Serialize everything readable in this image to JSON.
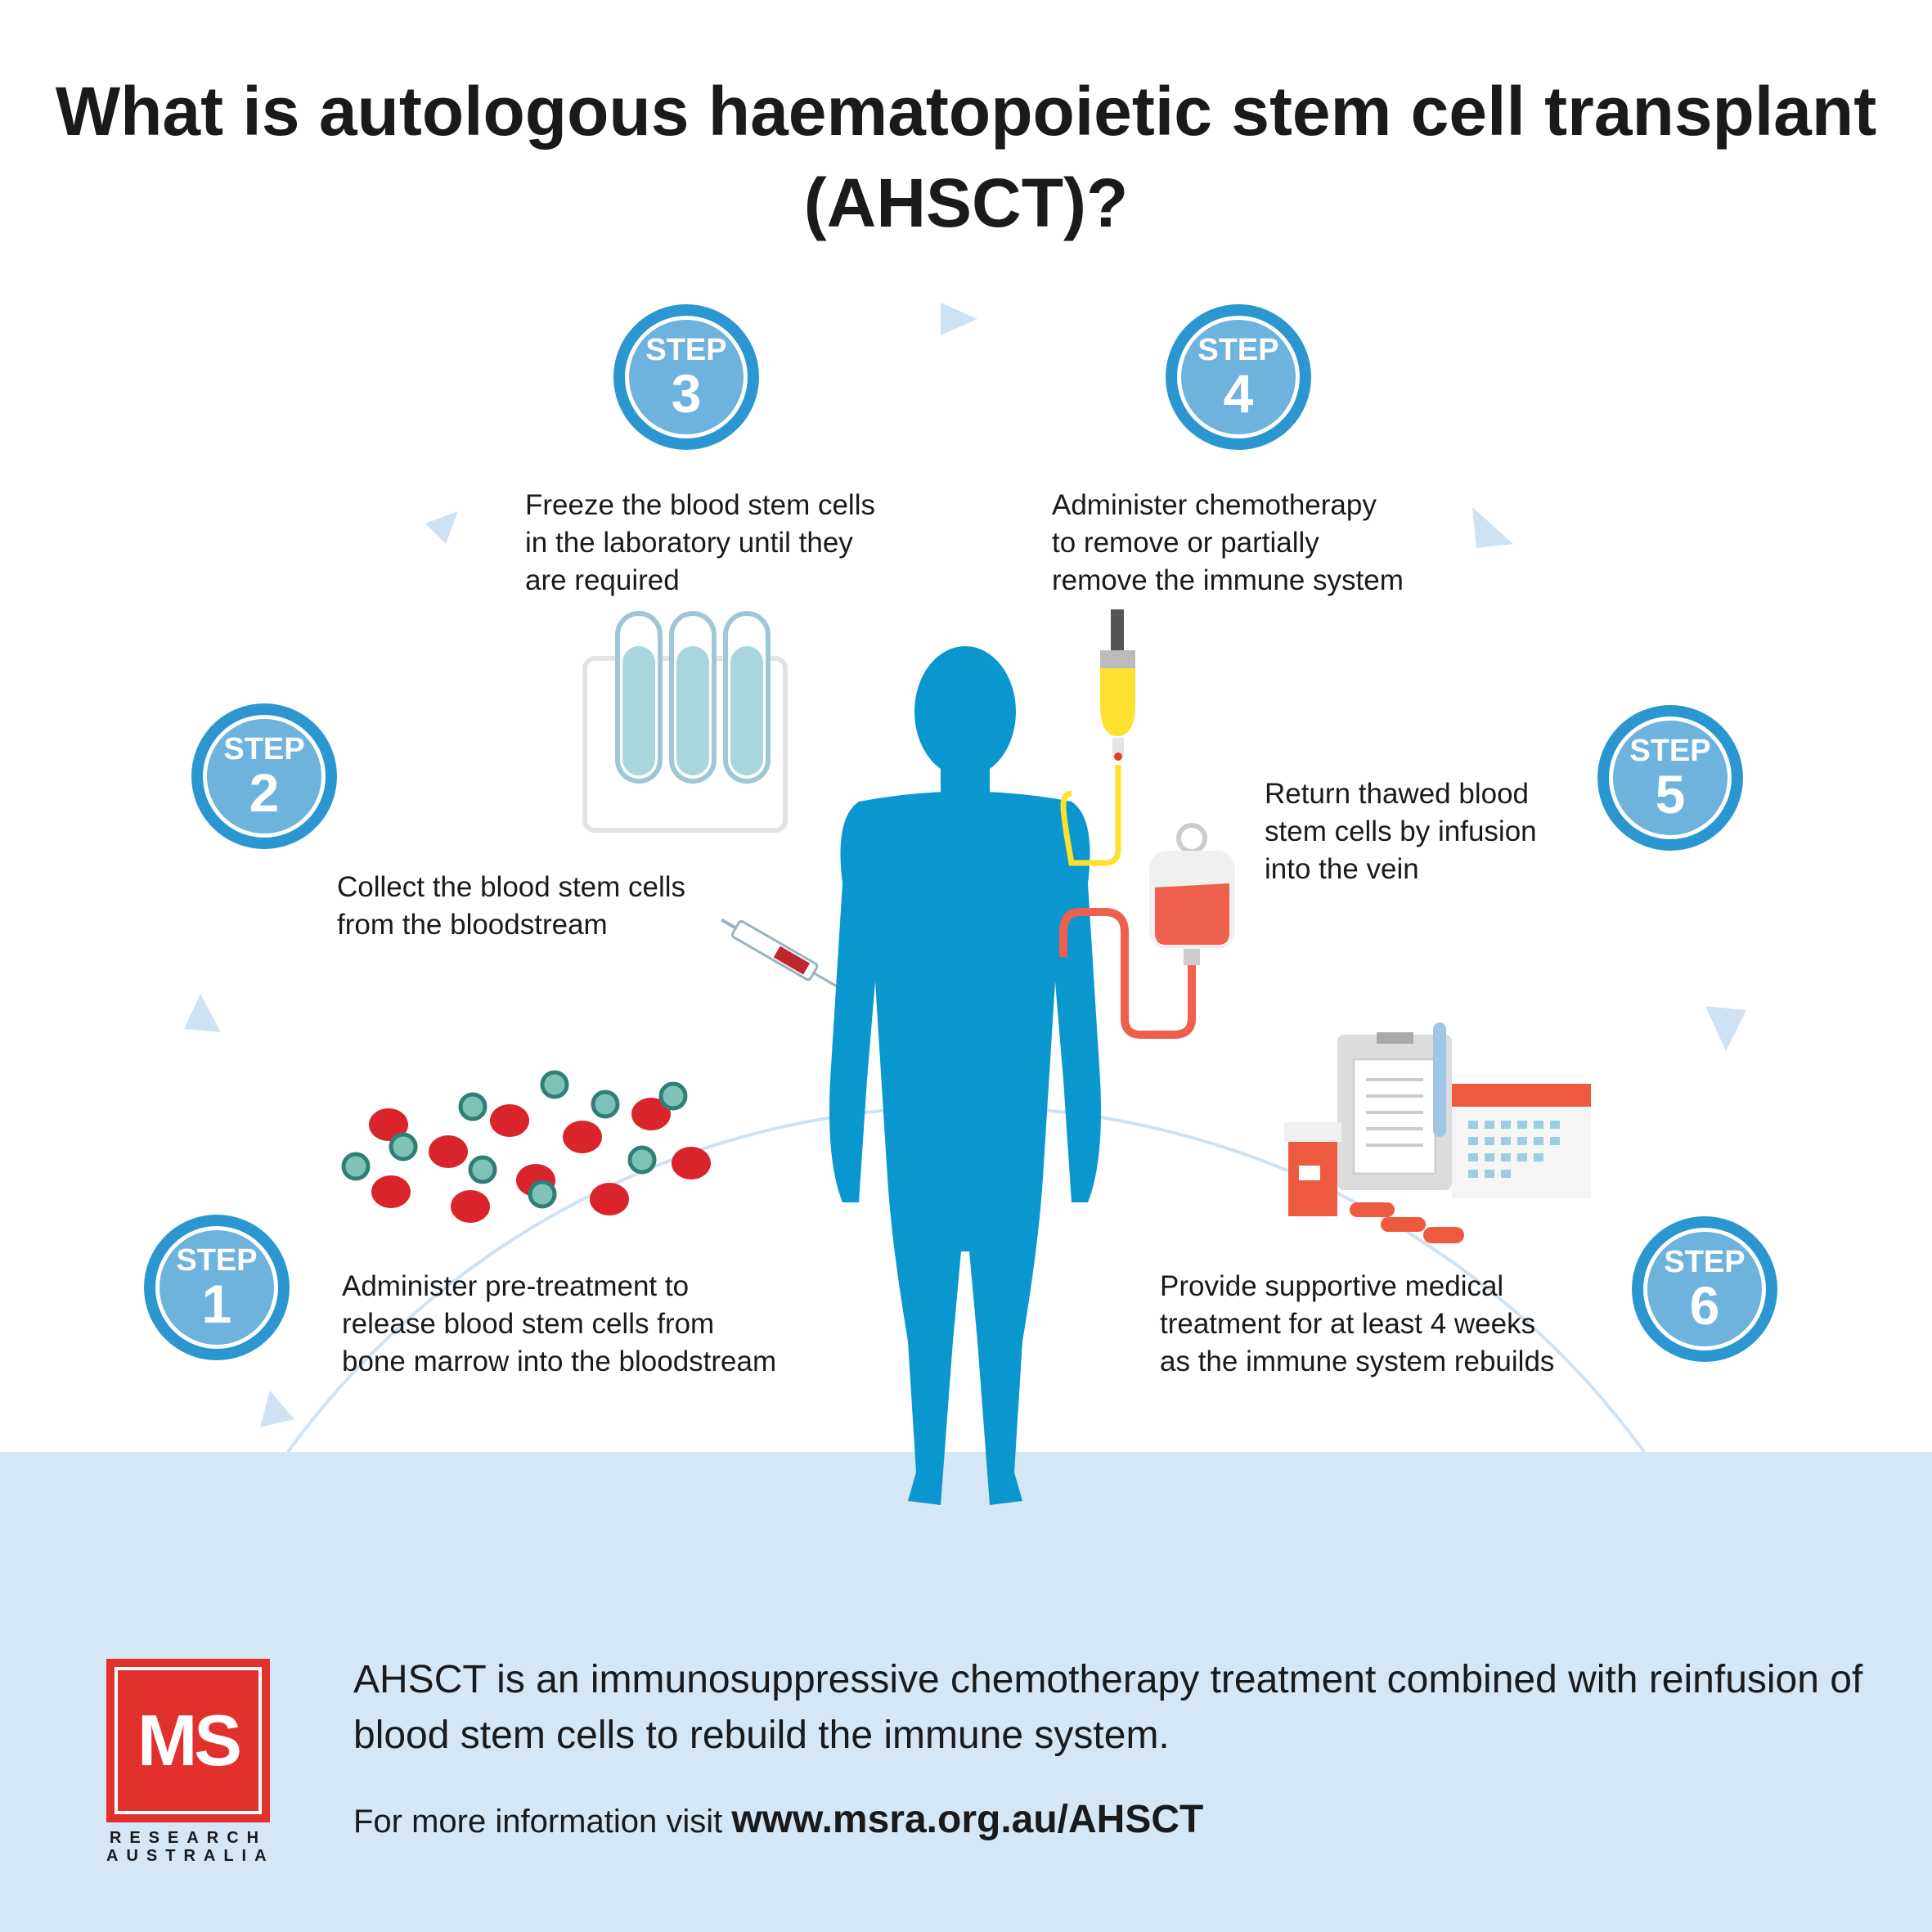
{
  "title": "What is autologous haematopoietic stem cell transplant (AHSCT)?",
  "steps": [
    {
      "word": "STEP",
      "number": "1",
      "text": "Administer pre-treatment to\nrelease blood stem cells from\nbone marrow into the bloodstream"
    },
    {
      "word": "STEP",
      "number": "2",
      "text": "Collect the blood stem cells\nfrom the bloodstream"
    },
    {
      "word": "STEP",
      "number": "3",
      "text": "Freeze the blood stem cells\nin the laboratory until they\nare required"
    },
    {
      "word": "STEP",
      "number": "4",
      "text": "Administer chemotherapy\nto remove or partially\nremove the immune system"
    },
    {
      "word": "STEP",
      "number": "5",
      "text": "Return thawed blood\nstem cells by infusion\ninto the vein"
    },
    {
      "word": "STEP",
      "number": "6",
      "text": "Provide supportive medical\ntreatment for at least 4 weeks\nas the immune system rebuilds"
    }
  ],
  "logo": {
    "mark": "MS",
    "subtitle": "RESEARCH\nAUSTRALIA"
  },
  "summary": "AHSCT is an immunosuppressive chemotherapy treatment combined with reinfusion of blood stem cells to rebuild the immune system.",
  "more_info": {
    "prefix": "For more information visit ",
    "link": "www.msra.org.au/AHSCT"
  },
  "colors": {
    "badge": "#2b96cf",
    "badge_inner": "#6db3dd",
    "body": "#0a97cf",
    "footer": "#d5e6f5",
    "logo": "#e2312d",
    "arc": "#cfe2f3"
  }
}
